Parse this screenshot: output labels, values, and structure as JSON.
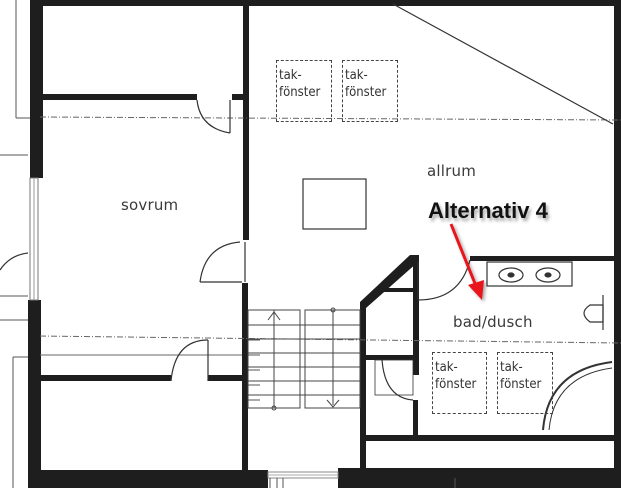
{
  "plan": {
    "rooms": [
      {
        "id": "sovrum",
        "label": "sovrum"
      },
      {
        "id": "allrum",
        "label": "allrum"
      },
      {
        "id": "bad",
        "label": "bad/dusch"
      }
    ],
    "skylights": [
      {
        "line1": "tak-",
        "line2": "fönster"
      },
      {
        "line1": "tak-",
        "line2": "fönster"
      },
      {
        "line1": "tak-",
        "line2": "fönster"
      },
      {
        "line1": "tak-",
        "line2": "fönster"
      }
    ],
    "annotation": {
      "label": "Alternativ 4",
      "arrow_color": "#e8141b"
    },
    "colors": {
      "wall": "#1e1e1e",
      "thin_line": "#555555",
      "background": "#ffffff"
    }
  }
}
